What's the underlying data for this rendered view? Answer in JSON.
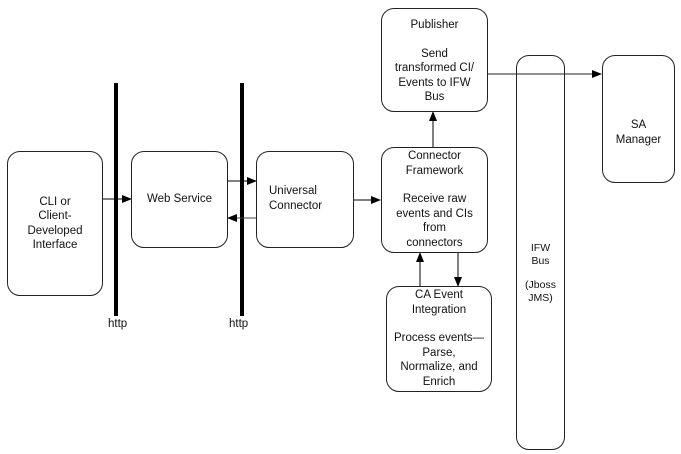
{
  "diagram": {
    "nodes": {
      "cli": {
        "title": "CLI or\nClient-\nDeveloped\nInterface"
      },
      "web_service": {
        "title": "Web Service"
      },
      "universal_connector": {
        "title": "Universal\nConnector"
      },
      "connector_framework": {
        "title": "Connector\nFramework",
        "description": "Receive raw\nevents and CIs\nfrom\nconnectors"
      },
      "publisher": {
        "title": "Publisher",
        "description": "Send\ntransformed CI/\nEvents to IFW\nBus"
      },
      "ca_event_integration": {
        "title": "CA Event\nIntegration",
        "description": "Process events—\nParse,\nNormalize, and\nEnrich"
      },
      "ifw_bus": {
        "title": "IFW\nBus",
        "description": "(Jboss\nJMS)"
      },
      "sa_manager": {
        "title": "SA\nManager"
      }
    },
    "boundaries": [
      {
        "label": "http"
      },
      {
        "label": "http"
      }
    ],
    "edges": [
      {
        "from": "cli",
        "to": "web_service"
      },
      {
        "from": "web_service",
        "to": "universal_connector"
      },
      {
        "from": "universal_connector",
        "to": "web_service"
      },
      {
        "from": "universal_connector",
        "to": "connector_framework"
      },
      {
        "from": "connector_framework",
        "to": "publisher"
      },
      {
        "from": "connector_framework",
        "to": "ca_event_integration"
      },
      {
        "from": "ca_event_integration",
        "to": "connector_framework"
      },
      {
        "from": "publisher",
        "to": "sa_manager"
      }
    ]
  }
}
